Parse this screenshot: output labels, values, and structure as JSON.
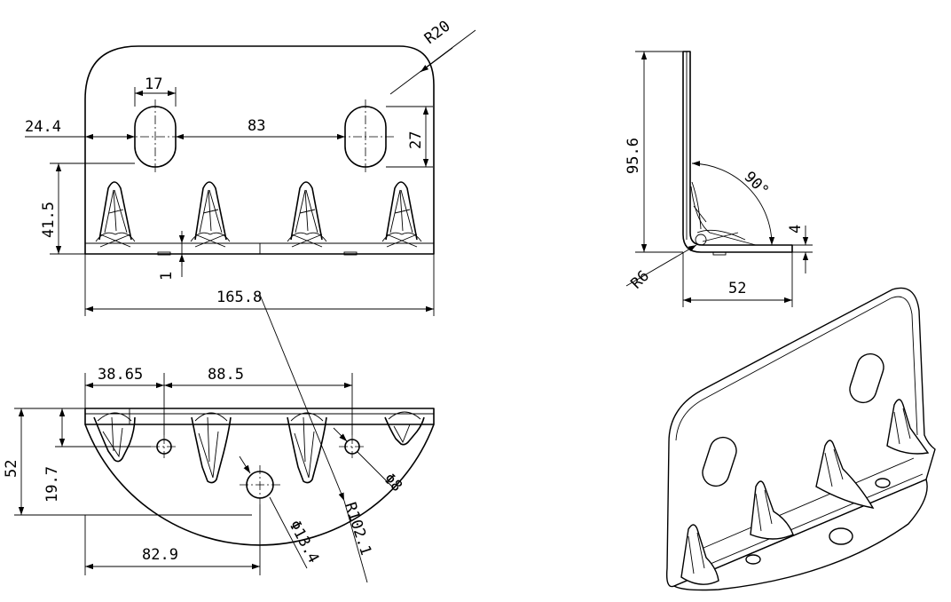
{
  "dimensions": {
    "r20": "R20",
    "slot_width": "17",
    "slot_offset": "24.4",
    "slot_pitch": "83",
    "slot_height": "27",
    "slot_height_pos": "41.5",
    "thickness_front": "1",
    "overall_width": "165.8",
    "height": "95.6",
    "bend_angle": "90°",
    "thickness_side": "4",
    "bend_radius": "R6",
    "depth_side": "52",
    "hole_offset": "38.65",
    "hole_pitch": "88.5",
    "depth_top": "52",
    "hole_depth": "19.7",
    "hole_small_dia": "Φ8",
    "arc_radius": "R102.1",
    "hole_large_dia": "Φ13.4",
    "hole_large_pos": "82.9"
  }
}
